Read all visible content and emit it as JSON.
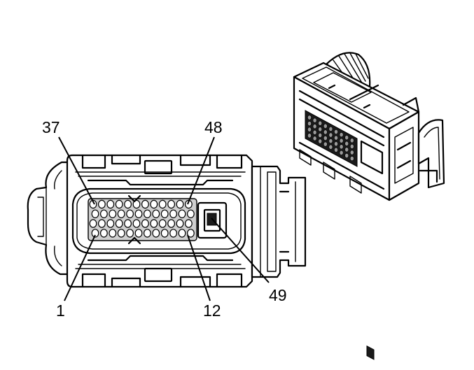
{
  "labels": {
    "pin_37": "37",
    "pin_48": "48",
    "pin_1": "1",
    "pin_12": "12",
    "pin_49": "49"
  }
}
